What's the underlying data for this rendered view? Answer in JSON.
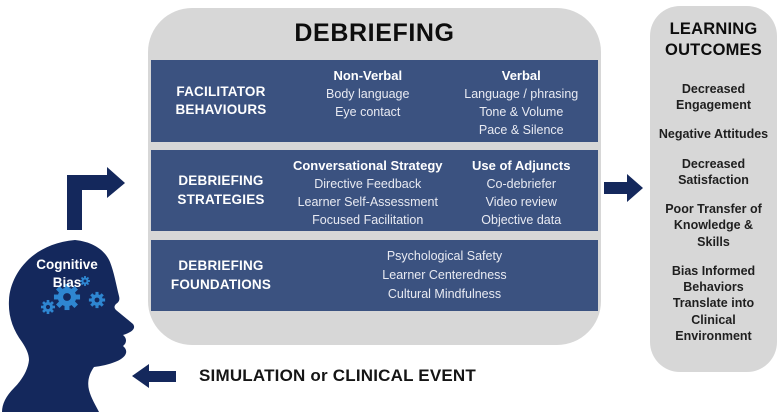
{
  "colors": {
    "panel_gray": "#d7d7d7",
    "row_blue": "#3b5280",
    "navy": "#14285c",
    "gear_blue": "#2e86d1"
  },
  "main": {
    "title": "DEBRIEFING",
    "rows": [
      {
        "label": "FACILITATOR BEHAVIOURS",
        "columns": [
          {
            "header": "Non-Verbal",
            "items": [
              "Body language",
              "Eye contact"
            ]
          },
          {
            "header": "Verbal",
            "items": [
              "Language / phrasing",
              "Tone & Volume",
              "Pace & Silence"
            ]
          }
        ]
      },
      {
        "label": "DEBRIEFING STRATEGIES",
        "columns": [
          {
            "header": "Conversational Strategy",
            "items": [
              "Directive Feedback",
              "Learner Self-Assessment",
              "Focused Facilitation"
            ]
          },
          {
            "header": "Use of Adjuncts",
            "items": [
              "Co-debriefer",
              "Video review",
              "Objective data"
            ]
          }
        ]
      },
      {
        "label": "DEBRIEFING FOUNDATIONS",
        "items": [
          "Psychological Safety",
          "Learner Centeredness",
          "Cultural Mindfulness"
        ]
      }
    ]
  },
  "outcomes": {
    "title": "LEARNING OUTCOMES",
    "items": [
      "Decreased Engagement",
      "Negative Attitudes",
      "Decreased Satisfaction",
      "Poor Transfer of Knowledge & Skills",
      "Bias Informed Behaviors Translate into Clinical Environment"
    ]
  },
  "cognitive": {
    "label": "Cognitive Bias"
  },
  "footer": {
    "label": "SIMULATION or CLINICAL EVENT"
  }
}
